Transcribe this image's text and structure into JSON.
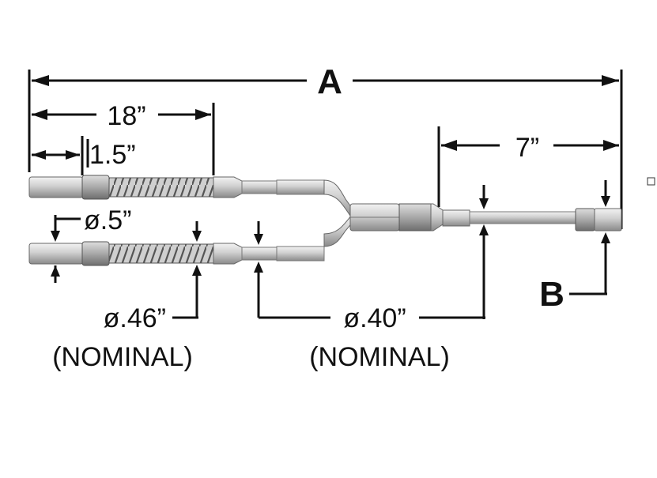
{
  "diagram": {
    "dimension_total": "A",
    "dimension_end": "B",
    "dim_18": "18”",
    "dim_1_5": "1.5”",
    "dim_7": "7”",
    "dia_05": "ø.5”",
    "dia_046": "ø.46”",
    "dia_040": "ø.40”",
    "nominal_left": "(NOMINAL)",
    "nominal_right": "(NOMINAL)"
  },
  "colors": {
    "line": "#111111",
    "metal_light": "#e6e6e6",
    "metal_mid": "#b8b8b8",
    "metal_dark": "#7a7a7a"
  }
}
